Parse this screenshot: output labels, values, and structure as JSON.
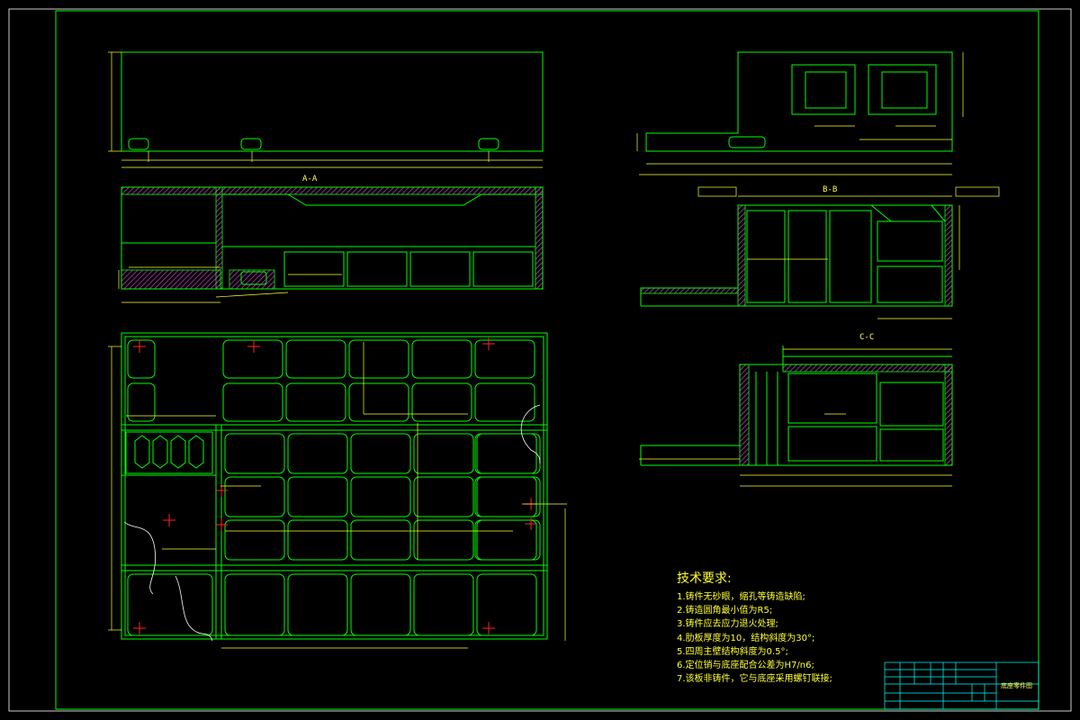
{
  "drawing": {
    "colors": {
      "background": "#000000",
      "outline": "#00ff00",
      "dimension": "#ffff33",
      "hatch": "#cc44cc",
      "center_mark": "#ff2222",
      "cyan_text": "#00ffff"
    },
    "section_labels": {
      "a_a": "A-A",
      "b_b": "B-B",
      "c_c": "C-C"
    },
    "tech_requirements": {
      "heading": "技术要求:",
      "items": [
        "1.铸件无砂眼，缩孔等铸造缺陷;",
        "2.铸造圆角最小值为R5;",
        "3.铸件应去应力退火处理;",
        "4.肋板厚度为10，结构斜度为30°;",
        "5.四周主壁结构斜度为0.5°;",
        "6.定位销与底座配合公差为H7/n6;",
        "7.该板非铸件，它与底座采用螺钉联接;"
      ]
    },
    "title_block": {
      "title": "底座零件图"
    }
  }
}
